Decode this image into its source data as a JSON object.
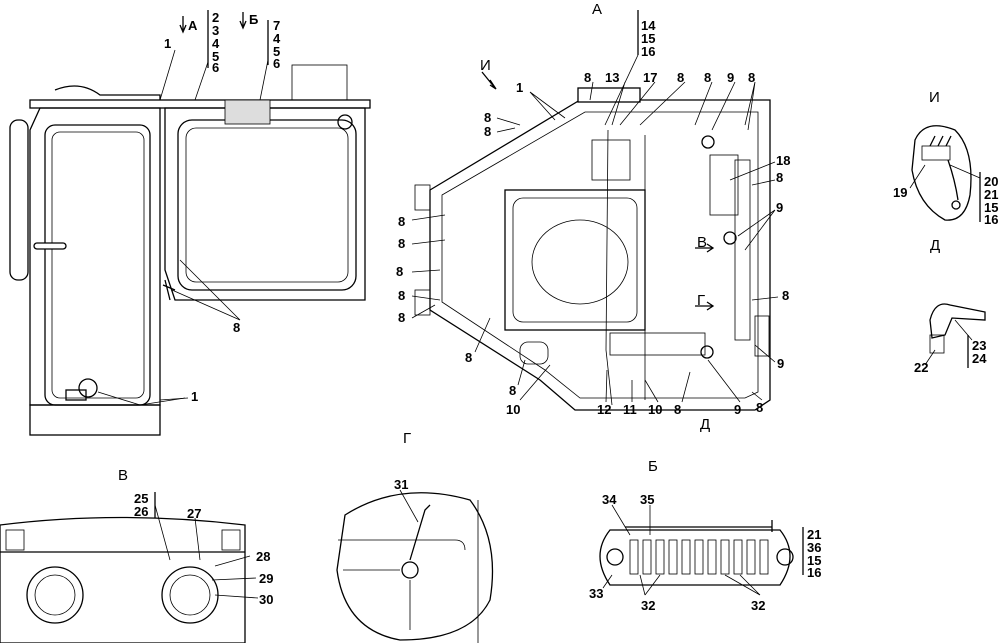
{
  "views": {
    "a": "А",
    "i": "И",
    "d": "Д",
    "v": "В",
    "g": "Г",
    "b": "Б"
  },
  "side_view": {
    "arrow_a": "А",
    "arrow_b": "Б",
    "stack1": [
      "2",
      "3",
      "4",
      "5",
      "6"
    ],
    "stack2": [
      "7",
      "4",
      "5",
      "6"
    ],
    "labels": [
      "1",
      "1",
      "8"
    ]
  },
  "view_a": {
    "stack": [
      "14",
      "15",
      "16"
    ],
    "arrow_i": "И",
    "top_labels": [
      "8",
      "13",
      "17",
      "8",
      "8",
      "9",
      "8"
    ],
    "left_labels": [
      "1",
      "8",
      "8",
      "8",
      "8",
      "8",
      "8",
      "8"
    ],
    "right_labels": [
      "18",
      "8",
      "9",
      "8",
      "9"
    ],
    "arrow_v": "В",
    "arrow_g": "Г",
    "bottom_labels": [
      "8",
      "8",
      "10",
      "12",
      "11",
      "10",
      "8",
      "9",
      "8"
    ],
    "marker_d": "Д"
  },
  "view_i": {
    "label": "19",
    "stack": [
      "20",
      "21",
      "15",
      "16"
    ]
  },
  "view_d": {
    "label": "22",
    "stack": [
      "23",
      "24"
    ]
  },
  "view_v": {
    "stack": [
      "25",
      "26"
    ],
    "labels": [
      "27",
      "28",
      "29",
      "30"
    ]
  },
  "view_g": {
    "label": "31"
  },
  "view_b": {
    "labels": [
      "34",
      "35",
      "33",
      "32",
      "32"
    ],
    "stack": [
      "21",
      "36",
      "15",
      "16"
    ]
  }
}
